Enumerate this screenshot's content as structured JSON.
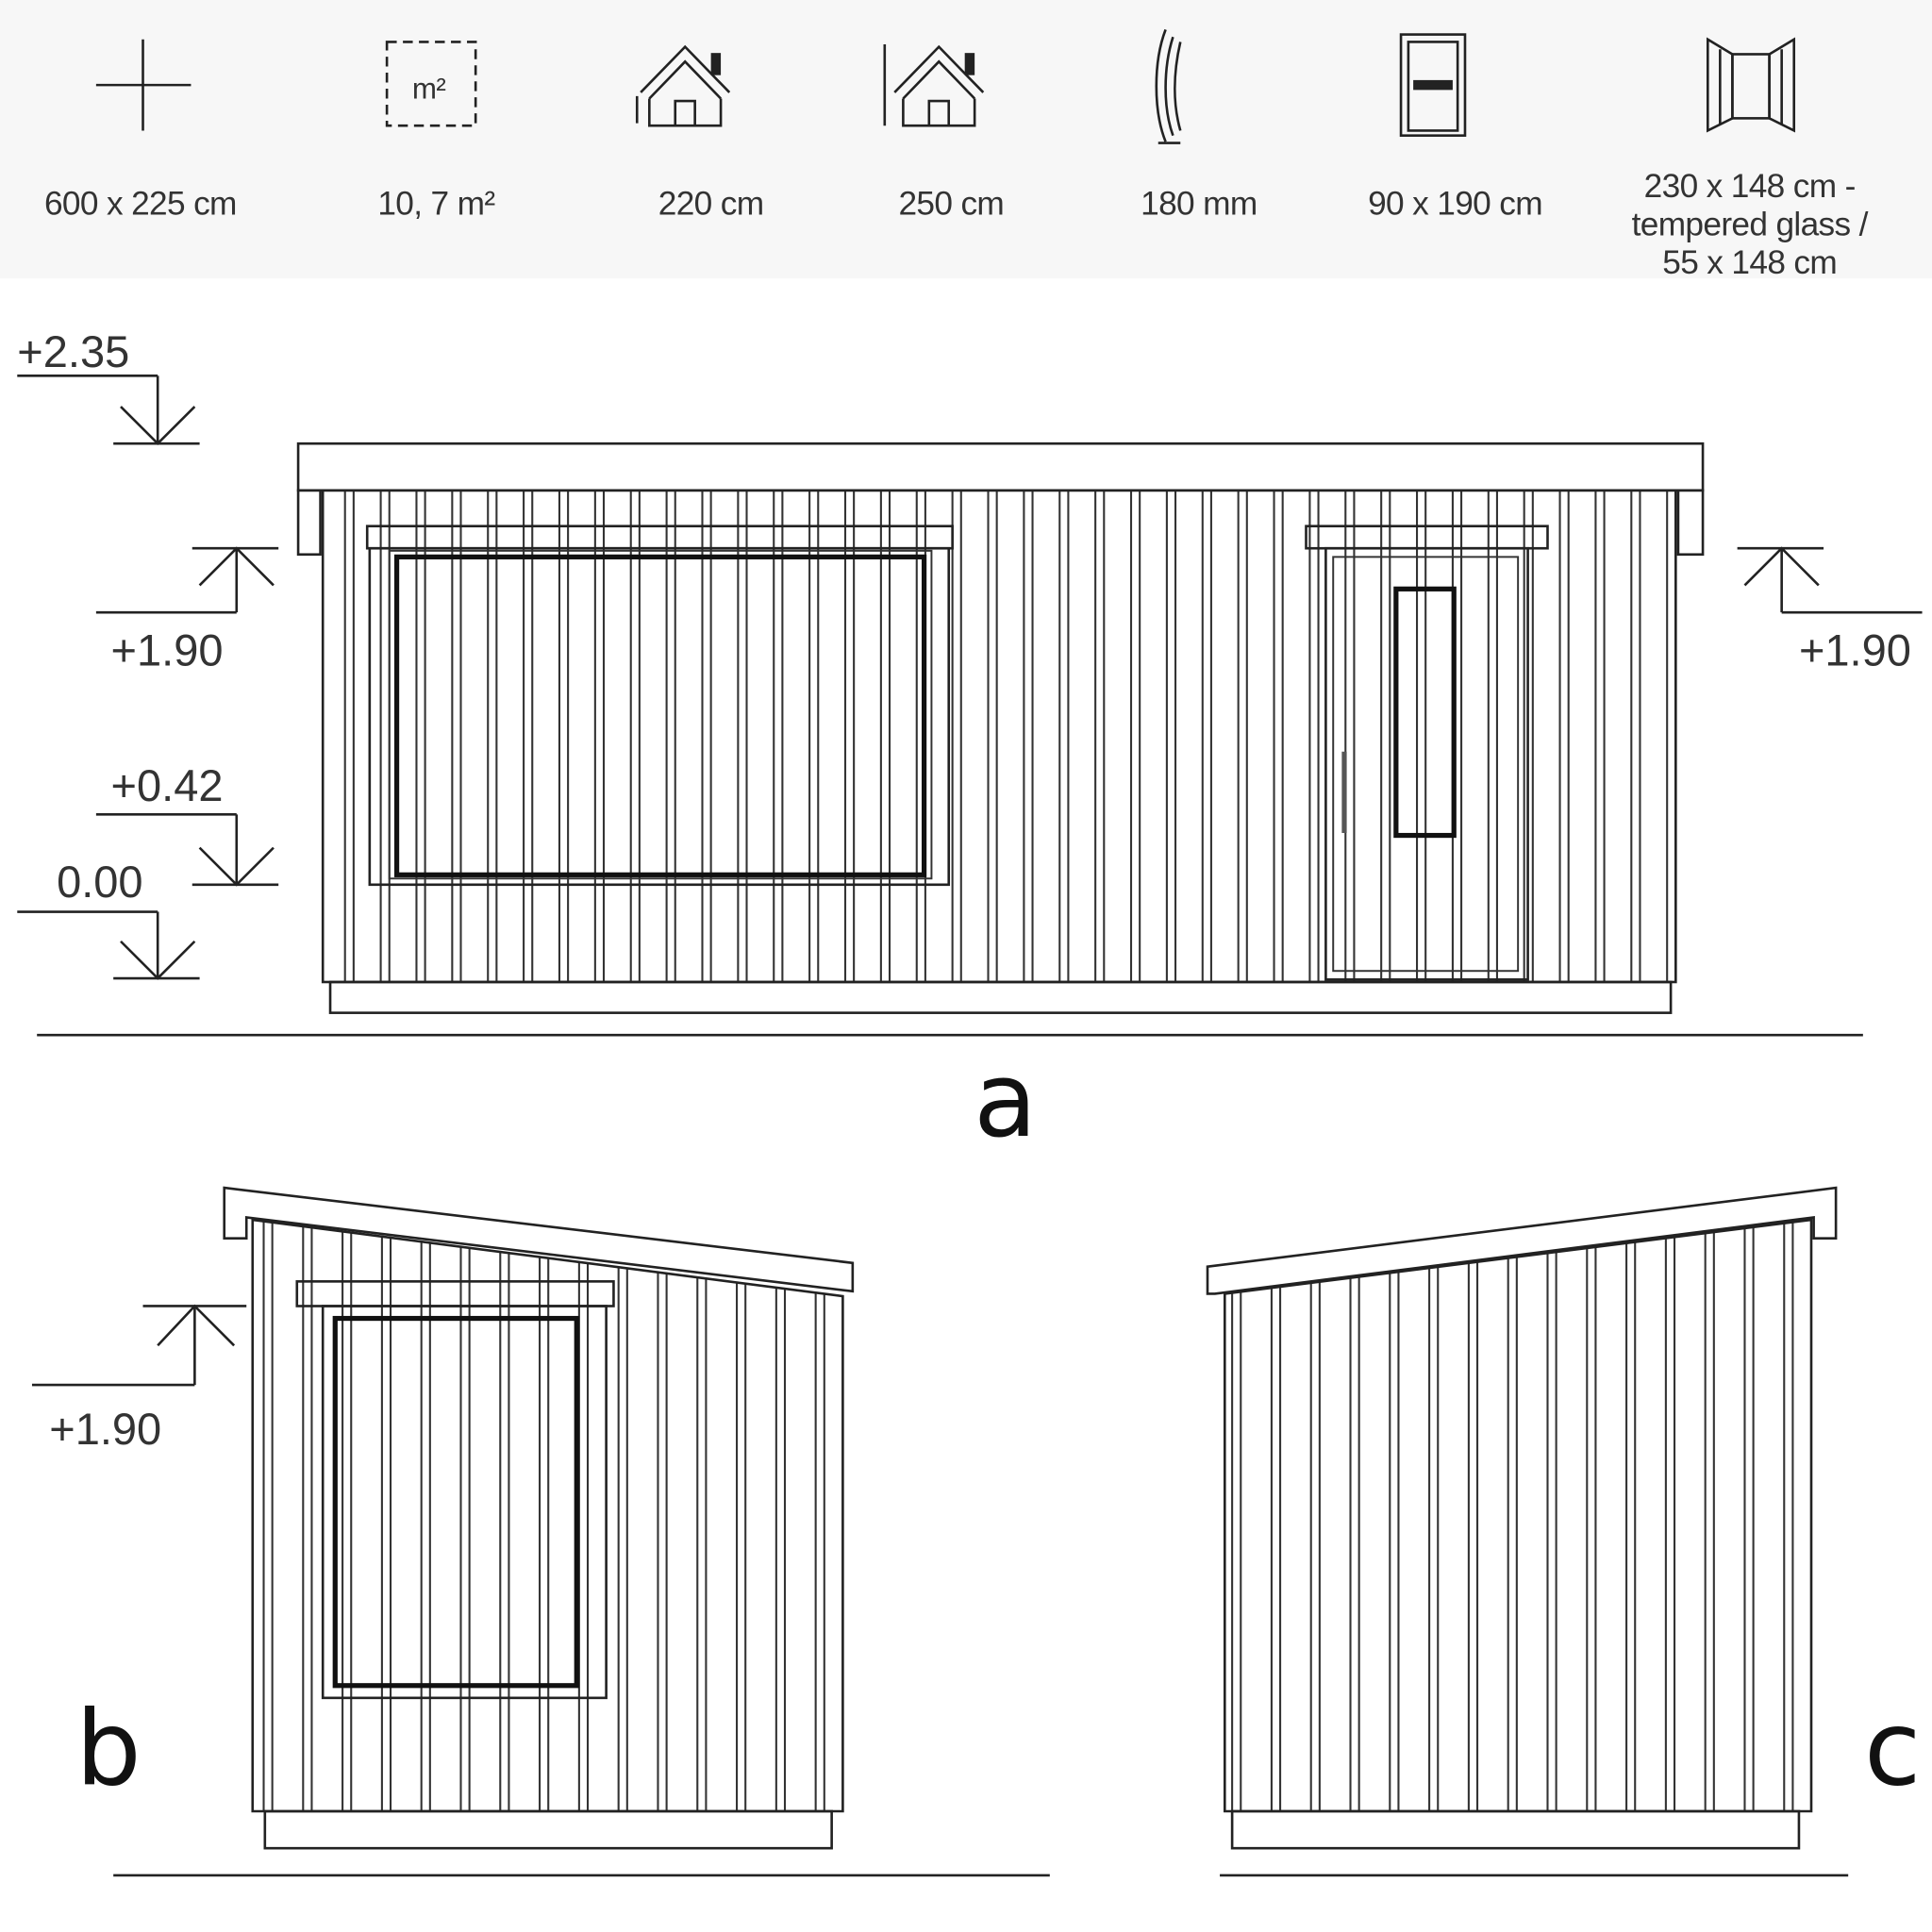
{
  "specs": [
    {
      "icon": "dimensions-cross-icon",
      "label": "600 x 225 cm"
    },
    {
      "icon": "area-m2-icon",
      "label": "10, 7 m²"
    },
    {
      "icon": "house-height-icon",
      "label": "220 cm"
    },
    {
      "icon": "house-total-height-icon",
      "label": "250 cm"
    },
    {
      "icon": "wall-thickness-icon",
      "label": "180 mm"
    },
    {
      "icon": "door-icon",
      "label": "90 x 190 cm"
    },
    {
      "icon": "window-icon",
      "label_lines": [
        "230 x 148 cm -",
        "tempered glass /",
        "55 x 148 cm"
      ]
    }
  ],
  "area_icon_text": "m²",
  "elevation_a": {
    "panel_label": "a",
    "levels": {
      "top": "+2.35",
      "left_190": "+1.90",
      "right_190": "+1.90",
      "sill": "+0.42",
      "ground": "0.00"
    }
  },
  "elevation_b": {
    "panel_label": "b",
    "levels": {
      "left_190": "+1.90"
    }
  },
  "elevation_c": {
    "panel_label": "c"
  },
  "colors": {
    "header_bg": "#f7f7f7",
    "line": "#222222"
  }
}
